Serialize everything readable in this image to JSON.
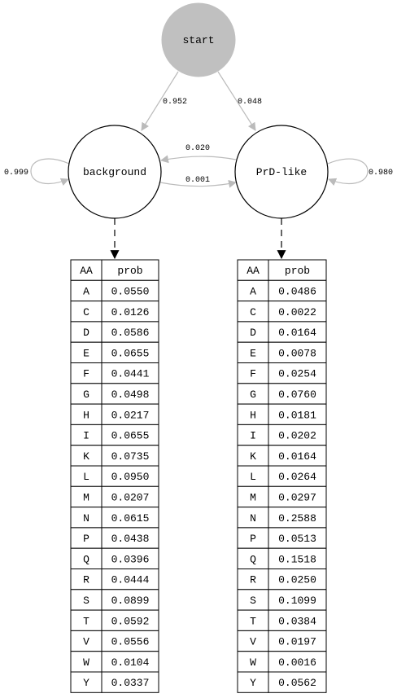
{
  "colors": {
    "start_fill": "#c0c0c0",
    "transition_edge": "#bbbbbb",
    "emission_edge": "#000000",
    "node_stroke": "#000000"
  },
  "nodes": {
    "start": {
      "label": "start"
    },
    "background": {
      "label": "background"
    },
    "prd": {
      "label": "PrD-like"
    }
  },
  "edges": {
    "start_to_background": "0.952",
    "start_to_prd": "0.048",
    "background_self": "0.999",
    "prd_self": "0.980",
    "prd_to_background": "0.020",
    "background_to_prd": "0.001"
  },
  "tables": {
    "background": {
      "header": [
        "AA",
        "prob"
      ],
      "rows": [
        [
          "A",
          "0.0550"
        ],
        [
          "C",
          "0.0126"
        ],
        [
          "D",
          "0.0586"
        ],
        [
          "E",
          "0.0655"
        ],
        [
          "F",
          "0.0441"
        ],
        [
          "G",
          "0.0498"
        ],
        [
          "H",
          "0.0217"
        ],
        [
          "I",
          "0.0655"
        ],
        [
          "K",
          "0.0735"
        ],
        [
          "L",
          "0.0950"
        ],
        [
          "M",
          "0.0207"
        ],
        [
          "N",
          "0.0615"
        ],
        [
          "P",
          "0.0438"
        ],
        [
          "Q",
          "0.0396"
        ],
        [
          "R",
          "0.0444"
        ],
        [
          "S",
          "0.0899"
        ],
        [
          "T",
          "0.0592"
        ],
        [
          "V",
          "0.0556"
        ],
        [
          "W",
          "0.0104"
        ],
        [
          "Y",
          "0.0337"
        ]
      ]
    },
    "prd": {
      "header": [
        "AA",
        "prob"
      ],
      "rows": [
        [
          "A",
          "0.0486"
        ],
        [
          "C",
          "0.0022"
        ],
        [
          "D",
          "0.0164"
        ],
        [
          "E",
          "0.0078"
        ],
        [
          "F",
          "0.0254"
        ],
        [
          "G",
          "0.0760"
        ],
        [
          "H",
          "0.0181"
        ],
        [
          "I",
          "0.0202"
        ],
        [
          "K",
          "0.0164"
        ],
        [
          "L",
          "0.0264"
        ],
        [
          "M",
          "0.0297"
        ],
        [
          "N",
          "0.2588"
        ],
        [
          "P",
          "0.0513"
        ],
        [
          "Q",
          "0.1518"
        ],
        [
          "R",
          "0.0250"
        ],
        [
          "S",
          "0.1099"
        ],
        [
          "T",
          "0.0384"
        ],
        [
          "V",
          "0.0197"
        ],
        [
          "W",
          "0.0016"
        ],
        [
          "Y",
          "0.0562"
        ]
      ]
    }
  }
}
